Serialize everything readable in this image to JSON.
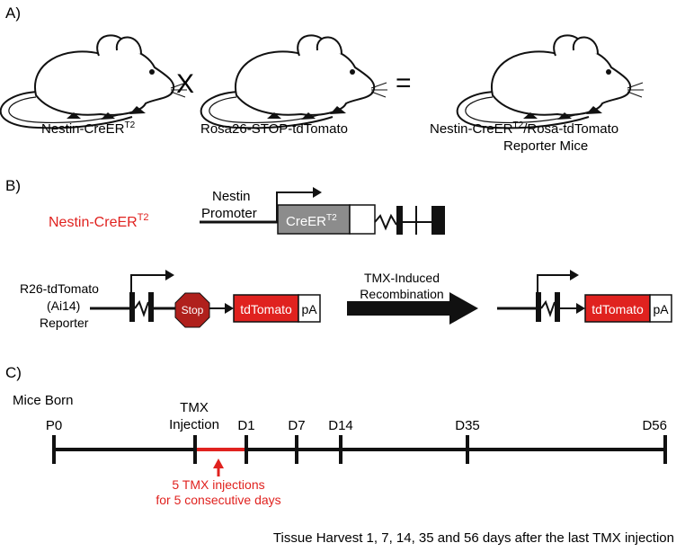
{
  "panel_a": {
    "label": "A)",
    "cross_symbol": "X",
    "equals_symbol": "=",
    "mouse1": {
      "name_main": "Nestin-CreER",
      "name_sup": "T2"
    },
    "mouse2": {
      "name": "Rosa26-STOP-tdTomato"
    },
    "mouse3": {
      "name_line1_main": "Nestin-CreER",
      "name_line1_sup": "T2",
      "name_line1_tail": "/Rosa-tdTomato",
      "name_line2": "Reporter Mice"
    }
  },
  "panel_b": {
    "label": "B)",
    "nestin_label_main": "Nestin-CreER",
    "nestin_label_sup": "T2",
    "promoter_line1": "Nestin",
    "promoter_line2": "Promoter",
    "creer_main": "CreER",
    "creer_sup": "T2",
    "reporter_line1": "R26-tdTomato",
    "reporter_line2": "(Ai14)",
    "reporter_line3": "Reporter",
    "stop": "Stop",
    "tdtomato": "tdTomato",
    "pa": "pA",
    "arrow_line1": "TMX-Induced",
    "arrow_line2": "Recombination",
    "tdtomato_after": "tdTomato",
    "pa_after": "pA"
  },
  "panel_c": {
    "label": "C)",
    "mice_born": "Mice Born",
    "tmx_line1": "TMX",
    "tmx_line2": "Injection",
    "timepoints": [
      "P0",
      "D1",
      "D7",
      "D14",
      "D35",
      "D56"
    ],
    "injection_note_line1": "5 TMX injections",
    "injection_note_line2": "for 5 consecutive days",
    "harvest_note": "Tissue Harvest 1, 7, 14, 35 and 56 days after the last TMX injection"
  },
  "colors": {
    "accent_red": "#e0221f",
    "stop_red": "#b0201c",
    "grey_box": "#8c8c8c",
    "ink": "#111111"
  }
}
